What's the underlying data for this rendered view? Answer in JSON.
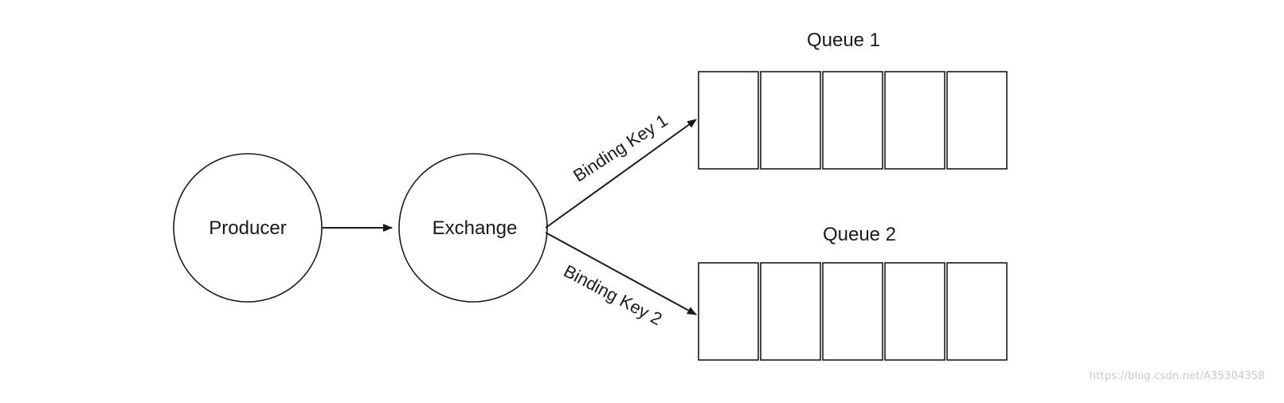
{
  "diagram": {
    "nodes": {
      "producer": "Producer",
      "exchange": "Exchange"
    },
    "queues": {
      "queue1": "Queue 1",
      "queue2": "Queue 2"
    },
    "edges": {
      "binding1": "Binding Key 1",
      "binding2": "Binding Key 2"
    }
  },
  "watermark": "https://blog.csdn.net/A35304358",
  "colors": {
    "stroke": "#1a1a1a",
    "background": "#ffffff"
  }
}
